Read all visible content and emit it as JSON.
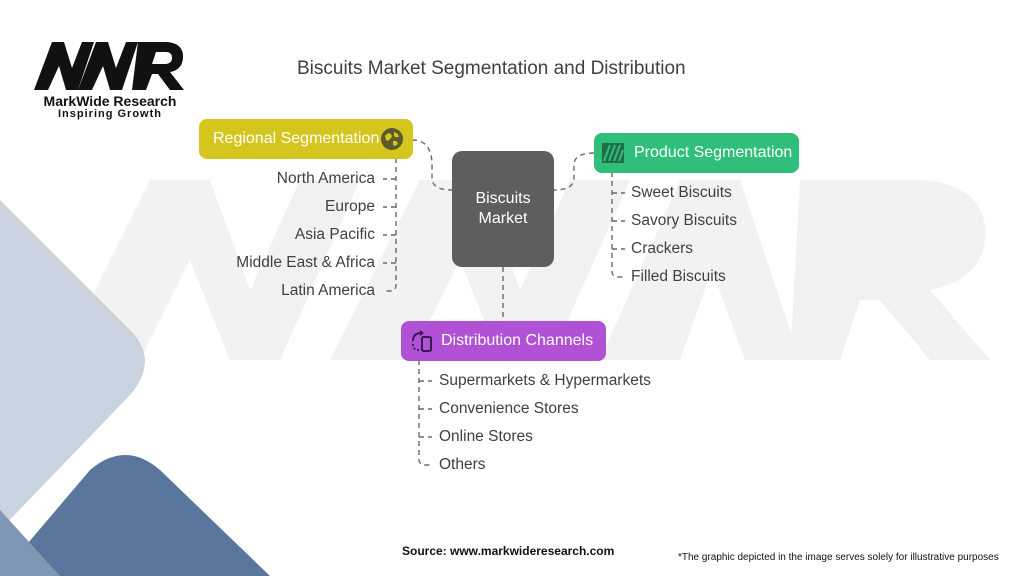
{
  "brand": {
    "name": "MarkWide Research",
    "tagline": "Inspiring Growth"
  },
  "title": "Biscuits Market Segmentation and Distribution",
  "center": {
    "line1": "Biscuits",
    "line2": "Market"
  },
  "regional": {
    "label": "Regional Segmentation",
    "color": "#d4c51f",
    "icon": "globe-icon",
    "items": [
      "North America",
      "Europe",
      "Asia Pacific",
      "Middle East & Africa",
      "Latin America"
    ]
  },
  "product": {
    "label": "Product Segmentation",
    "color": "#2fbf7a",
    "icon": "stripes-icon",
    "items": [
      "Sweet Biscuits",
      "Savory Biscuits",
      "Crackers",
      "Filled Biscuits"
    ]
  },
  "distribution": {
    "label": "Distribution Channels",
    "color": "#b051d6",
    "icon": "phone-refresh-icon",
    "items": [
      "Supermarkets & Hypermarkets",
      "Convenience Stores",
      "Online Stores",
      "Others"
    ]
  },
  "footer": {
    "source": "Source: www.markwideresearch.com",
    "note": "*The graphic depicted in the image serves solely for illustrative purposes"
  }
}
